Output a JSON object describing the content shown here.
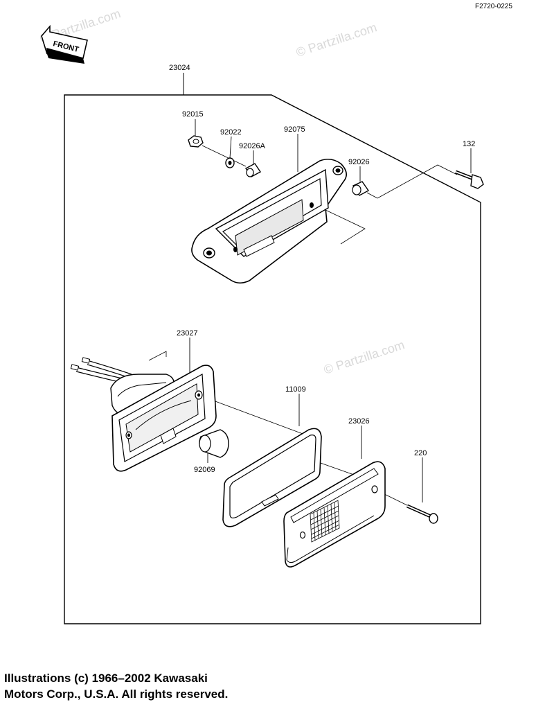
{
  "figure_code": "F2720-0225",
  "front_label": "FRONT",
  "watermark": "© Partzilla.com",
  "parts": {
    "p23024": "23024",
    "p92015": "92015",
    "p92022": "92022",
    "p92026A": "92026A",
    "p92075": "92075",
    "p92026": "92026",
    "p132": "132",
    "p23027": "23027",
    "p11009": "11009",
    "p23026": "23026",
    "p220": "220",
    "p92069": "92069"
  },
  "copyright": {
    "line1": "Illustrations (c) 1966–2002 Kawasaki",
    "line2": "Motors Corp., U.S.A.  All rights reserved."
  }
}
